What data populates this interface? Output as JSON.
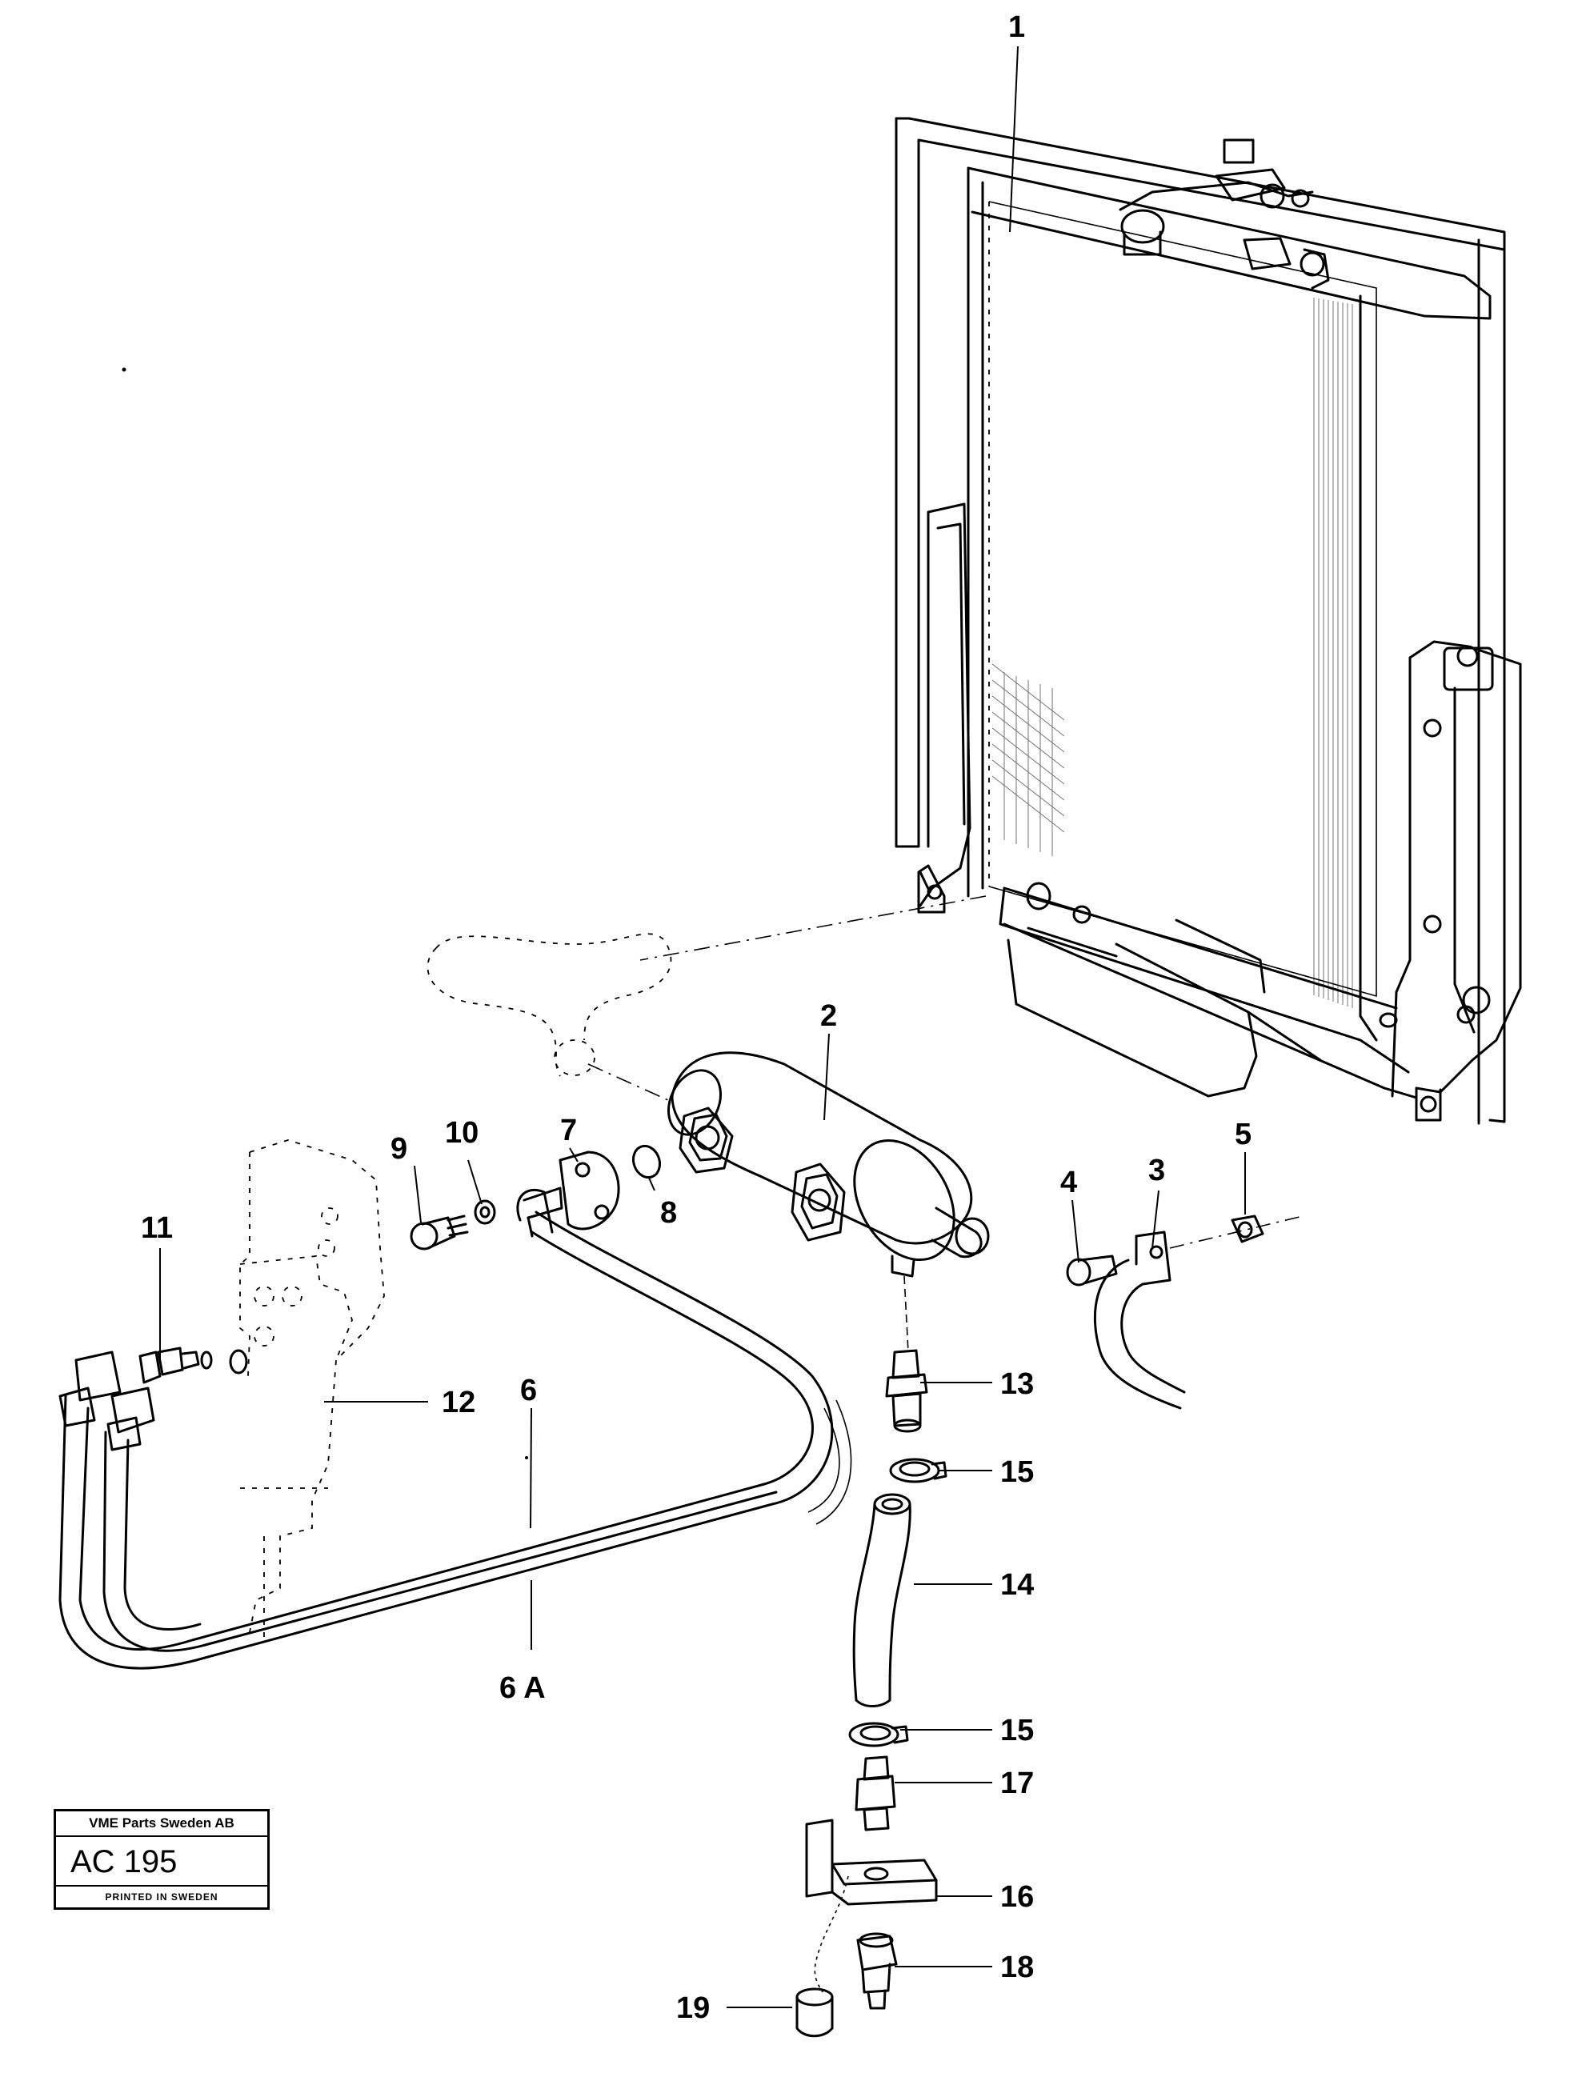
{
  "diagram": {
    "part_labels": {
      "p1": "1",
      "p2": "2",
      "p3": "3",
      "p4": "4",
      "p5": "5",
      "p6": "6",
      "p6a": "6 A",
      "p7": "7",
      "p8": "8",
      "p9": "9",
      "p10": "10",
      "p11": "11",
      "p12": "12",
      "p13": "13",
      "p14": "14",
      "p15a": "15",
      "p15b": "15",
      "p16": "16",
      "p17": "17",
      "p18": "18",
      "p19": "19"
    }
  },
  "stamp": {
    "company": "VME Parts Sweden AB",
    "code": "AC 195",
    "printed": "PRINTED IN SWEDEN"
  }
}
